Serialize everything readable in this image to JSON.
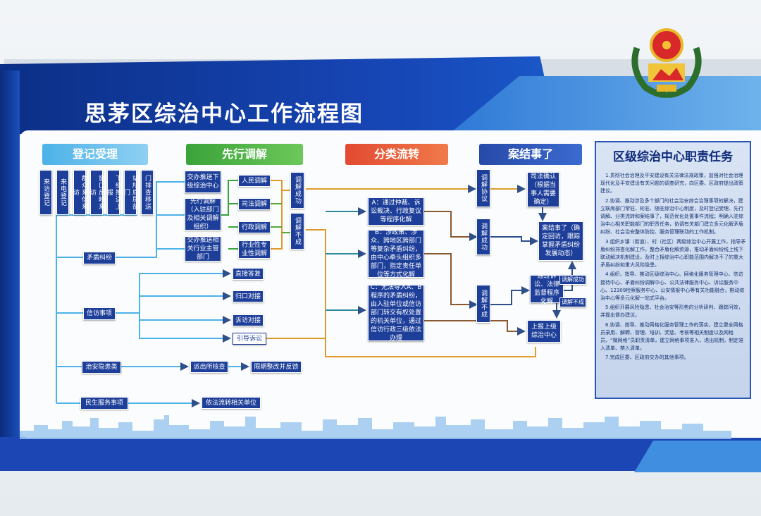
{
  "title": "思茅区综治中心工作流程图",
  "colors": {
    "dark_blue": "#1d3f9a",
    "head_cyan": "#4cb2e8",
    "head_green": "#3aa33a",
    "head_red": "#e24a32",
    "head_navy": "#274aa8",
    "line_orange": "#e09a2c",
    "line_teal": "#2c8a9a",
    "line_green": "#5aa63a"
  },
  "sections": {
    "register": "登记受理",
    "mediate": "先行调解",
    "transfer": "分类流转",
    "close": "案结事了"
  },
  "register_sources": [
    "来访登记",
    "来电登记",
    "群众来信来访",
    "窗口反映来访",
    "下级推送上报",
    "门排查移送站所底层部门"
  ],
  "register_sources_display": [
    "来访登记",
    "来电登记",
    "群众来信来访",
    "窗口反映来访",
    "下级推送上报",
    "站所底层部门"
  ],
  "extra_source": "门排查移送",
  "categories": {
    "conflict": "矛盾纠纷",
    "petition": "信访事项",
    "security": "治安隐患类",
    "livelihood": "民生服务事项"
  },
  "push_nodes": [
    "交办推送下级综治中心",
    "先行调解（入驻部门及相关调解组织）",
    "交办推送相关行业主管部门"
  ],
  "mediation_types": [
    "人民调解",
    "司法调解",
    "行政调解",
    "行业性专业性调解"
  ],
  "mediation_success": "调解成功",
  "mediation_fail": "调解不成",
  "petition_actions": [
    "直接答复",
    "归口对接",
    "诉访对接",
    "引导诉讼"
  ],
  "security_actions": [
    "派出所核查",
    "限期整改并反馈"
  ],
  "livelihood_action": "依法流转相关单位",
  "transfer_options": {
    "a": "A：通过仲裁、诉讼裁决、行政复议等程序化解",
    "b": "B：涉政策、涉众、跨地区跨部门等复杂矛盾纠纷，由中心牵头组织多部门，指定责任单位等方式化解",
    "c": "C：无法导入A、B程序的矛盾纠纷，由入驻单位或信访部门转交有权处置的机关单位，通过信访行政三级依法办理"
  },
  "close_nodes": {
    "mediation_agreement": "调解协议",
    "judicial_confirm": "司法确认（根据当事人需要确定）",
    "mediation_success": "调解成功",
    "case_closed": "案结事了（确定回访，跟踪掌握矛盾纠纷发展动态）",
    "mediation_fail": "调解不成",
    "litigation": "通过诉讼、法律监督程序化解",
    "report_up": "上报上级综治中心",
    "tag_success": "调解成功",
    "tag_fail": "调解不成"
  },
  "duties": {
    "title": "区级综治中心职责任务",
    "items": [
      "1.贯彻社会治理及平安建设有关法律法规政策，加强对社会治理现代化及平安建设有关问题的调查研究，向区委、区政府提出政策建议。",
      "2.协调、推动涉及多个部门的社会治安综合治理事项的解决，建立联席部门常驻、轮驻、随驻综治中心制度，及时登记受理、先行调解、分类流转和案结事了，规范优化处置事件流程；明确入驻综治中心相关职能部门的职责任务，协调有关部门建立多元化解矛盾纠纷、社会治安整体防控、服务管理联动的工作机制。",
      "3.组织乡镇（街道）、村（社区）两级综治中心开展工作，指导矛盾纠纷排查化解工作，整合矛盾化解资源，推动矛盾纠纷线上线下联动解决机制建设，及时上报综治中心职能范围内解决不了的重大矛盾纠纷和重大风险隐患。",
      "4.组织、指导、推动区级综治中心、网格化服务管理中心、信访接待中心、矛盾纠纷调解中心、公共法律服务中心、诉讼服务中心、12309检察服务中心、公安情报中心等有关功能融合，推动综治中心等多元化解一站式平台。",
      "5.组织开展风险隐患、社会治安等形势的分析研判、跟踪问效，并提出督办建议。",
      "6.协调、指导、推动网格化服务管理工作的落实，建立健全网格员录用、解聘、管理、培训、奖惩、考核等相关制度以及网格员、“微网格”员职责清单，建立网格事项准入、退出机制，制定准入清单、禁入清单。",
      "7.完成区委、区政府交办的其他事项。"
    ]
  }
}
